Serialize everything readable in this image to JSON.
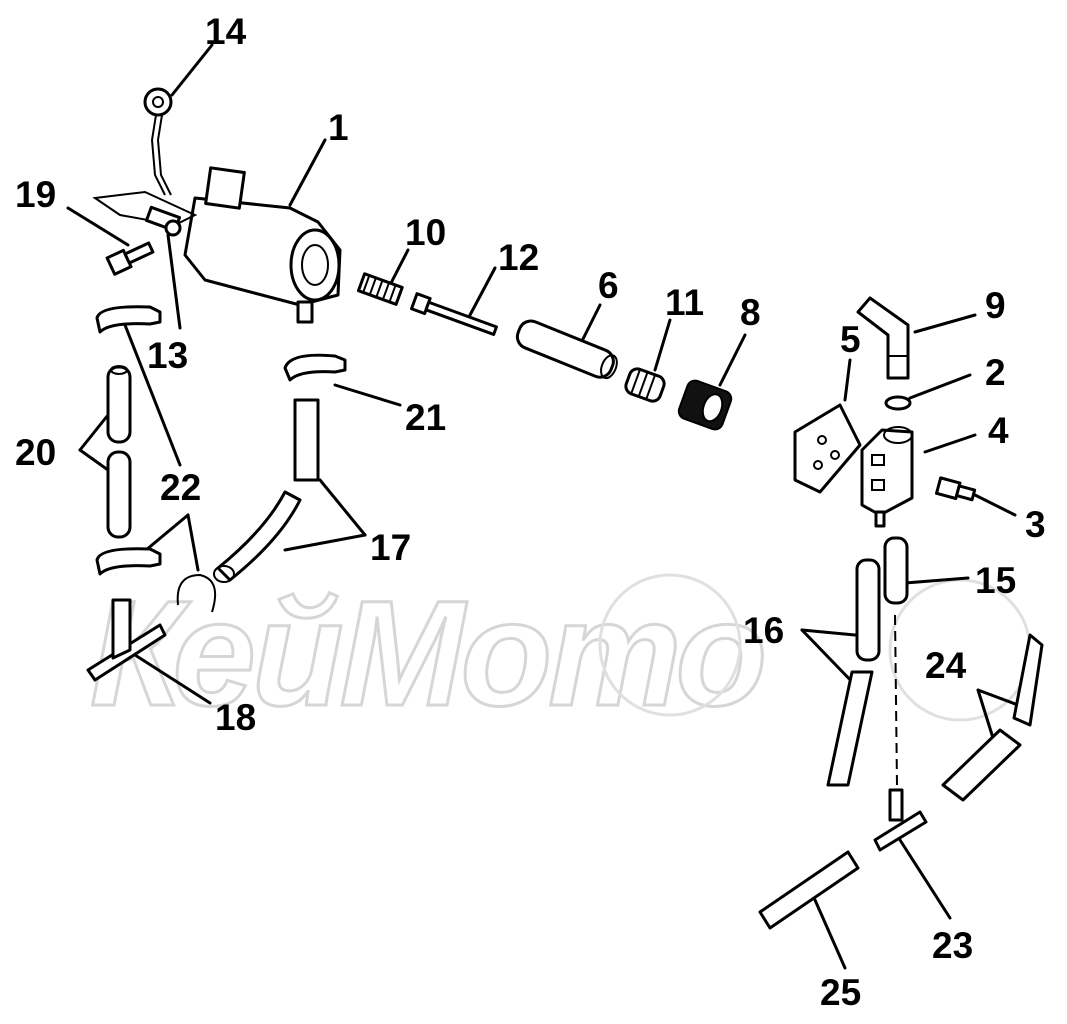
{
  "watermark": {
    "text": "КейМото",
    "color": "#d6d6d6"
  },
  "callouts": [
    {
      "id": "14",
      "label": "14"
    },
    {
      "id": "1",
      "label": "1"
    },
    {
      "id": "19",
      "label": "19"
    },
    {
      "id": "10",
      "label": "10"
    },
    {
      "id": "12",
      "label": "12"
    },
    {
      "id": "6",
      "label": "6"
    },
    {
      "id": "11",
      "label": "11"
    },
    {
      "id": "8",
      "label": "8"
    },
    {
      "id": "9",
      "label": "9"
    },
    {
      "id": "13",
      "label": "13"
    },
    {
      "id": "5",
      "label": "5"
    },
    {
      "id": "2",
      "label": "2"
    },
    {
      "id": "21",
      "label": "21"
    },
    {
      "id": "4",
      "label": "4"
    },
    {
      "id": "20",
      "label": "20"
    },
    {
      "id": "22",
      "label": "22"
    },
    {
      "id": "3",
      "label": "3"
    },
    {
      "id": "17",
      "label": "17"
    },
    {
      "id": "15",
      "label": "15"
    },
    {
      "id": "16",
      "label": "16"
    },
    {
      "id": "24",
      "label": "24"
    },
    {
      "id": "18",
      "label": "18"
    },
    {
      "id": "23",
      "label": "23"
    },
    {
      "id": "25",
      "label": "25"
    }
  ]
}
